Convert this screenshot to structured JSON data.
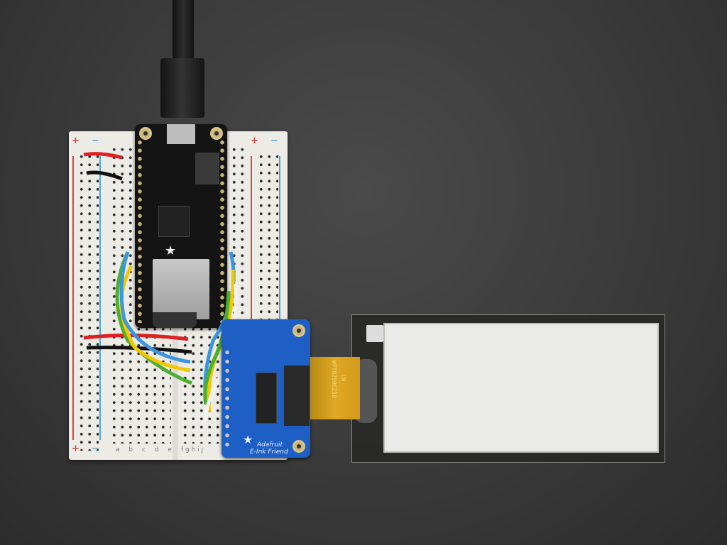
{
  "breadboard": {
    "plus_symbol": "+",
    "minus_symbol": "−",
    "columns_left": "a b c d e",
    "columns_right": "f g h i j"
  },
  "eink_friend": {
    "brand": "Adafruit",
    "name": "E-Ink Friend"
  },
  "display": {
    "flex_label": "WFT0290CZ10",
    "flex_sublabel": "LW",
    "panel_color": "#eaeae8"
  },
  "colors": {
    "background": "#3a3a3a",
    "feather_pcb": "#141414",
    "friend_pcb": "#1d5fc4",
    "flex_cable": "#e0a823"
  }
}
